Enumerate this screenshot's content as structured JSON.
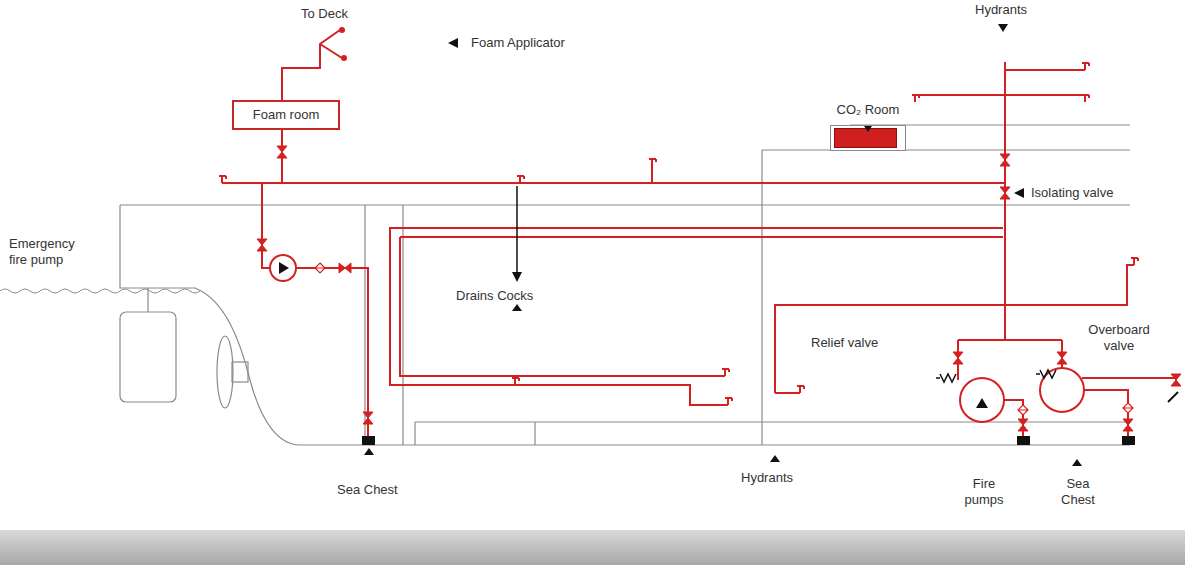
{
  "diagram": {
    "nodes": [
      {
        "text": [
          "Foam room"
        ]
      },
      {
        "text": [
          "CO₂ Room"
        ]
      }
    ],
    "labels": [
      "To Deck",
      "Foam Applicator",
      "Hydrants",
      "Isolating valve",
      "Emergency fire pump",
      "Drains Cocks",
      "Relief valve",
      "Overboard valve",
      "Sea Chest",
      "Hydrants",
      "Fire pumps",
      "Sea Chest"
    ]
  }
}
